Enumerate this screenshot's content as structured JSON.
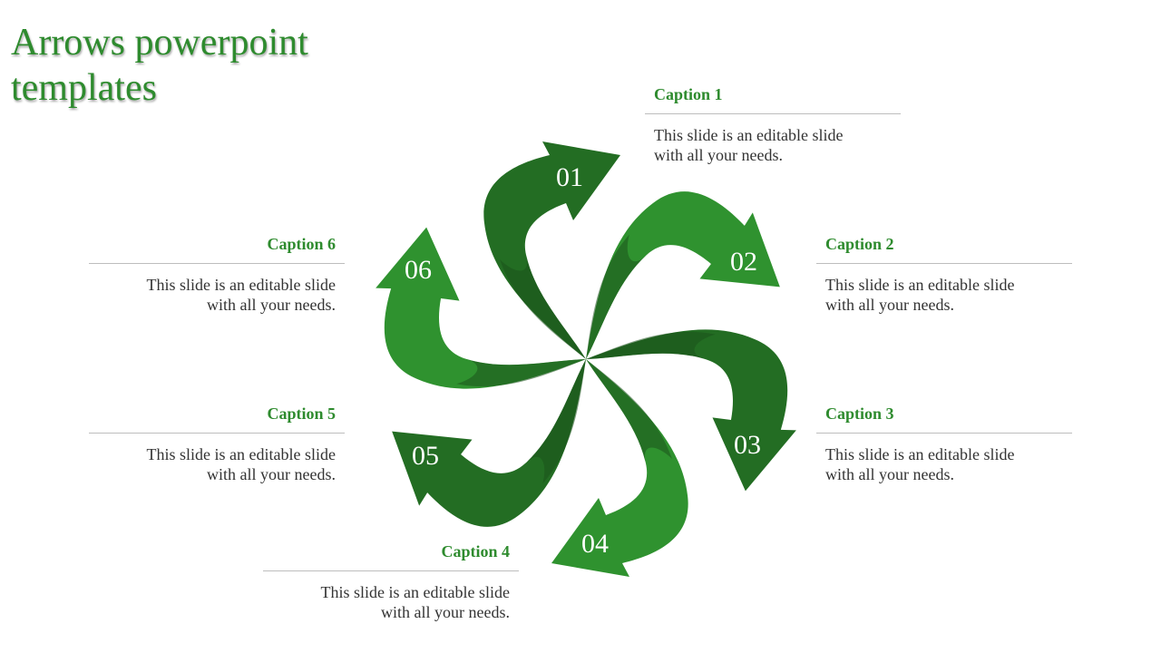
{
  "title": "Arrows powerpoint templates",
  "colors": {
    "title": "#2e8b2e",
    "caption": "#2e8b2e",
    "body_text": "#333333",
    "rule": "#bdbdbd",
    "arrow_light": "#2f922f",
    "arrow_dark": "#236d23",
    "arrow_shadow": "#1b521b"
  },
  "arrows": [
    {
      "number": "01",
      "caption": "Caption 1",
      "text_line1": "This slide is an editable slide",
      "text_line2": "with all your needs."
    },
    {
      "number": "02",
      "caption": "Caption 2",
      "text_line1": "This slide is an editable slide",
      "text_line2": "with all your needs."
    },
    {
      "number": "03",
      "caption": "Caption 3",
      "text_line1": "This slide is an editable slide",
      "text_line2": "with all your needs."
    },
    {
      "number": "04",
      "caption": "Caption 4",
      "text_line1": "This slide is an editable slide",
      "text_line2": "with all your needs."
    },
    {
      "number": "05",
      "caption": "Caption 5",
      "text_line1": "This slide is an editable slide",
      "text_line2": "with all your needs."
    },
    {
      "number": "06",
      "caption": "Caption 6",
      "text_line1": "This slide is an editable slide",
      "text_line2": "with all your needs."
    }
  ]
}
